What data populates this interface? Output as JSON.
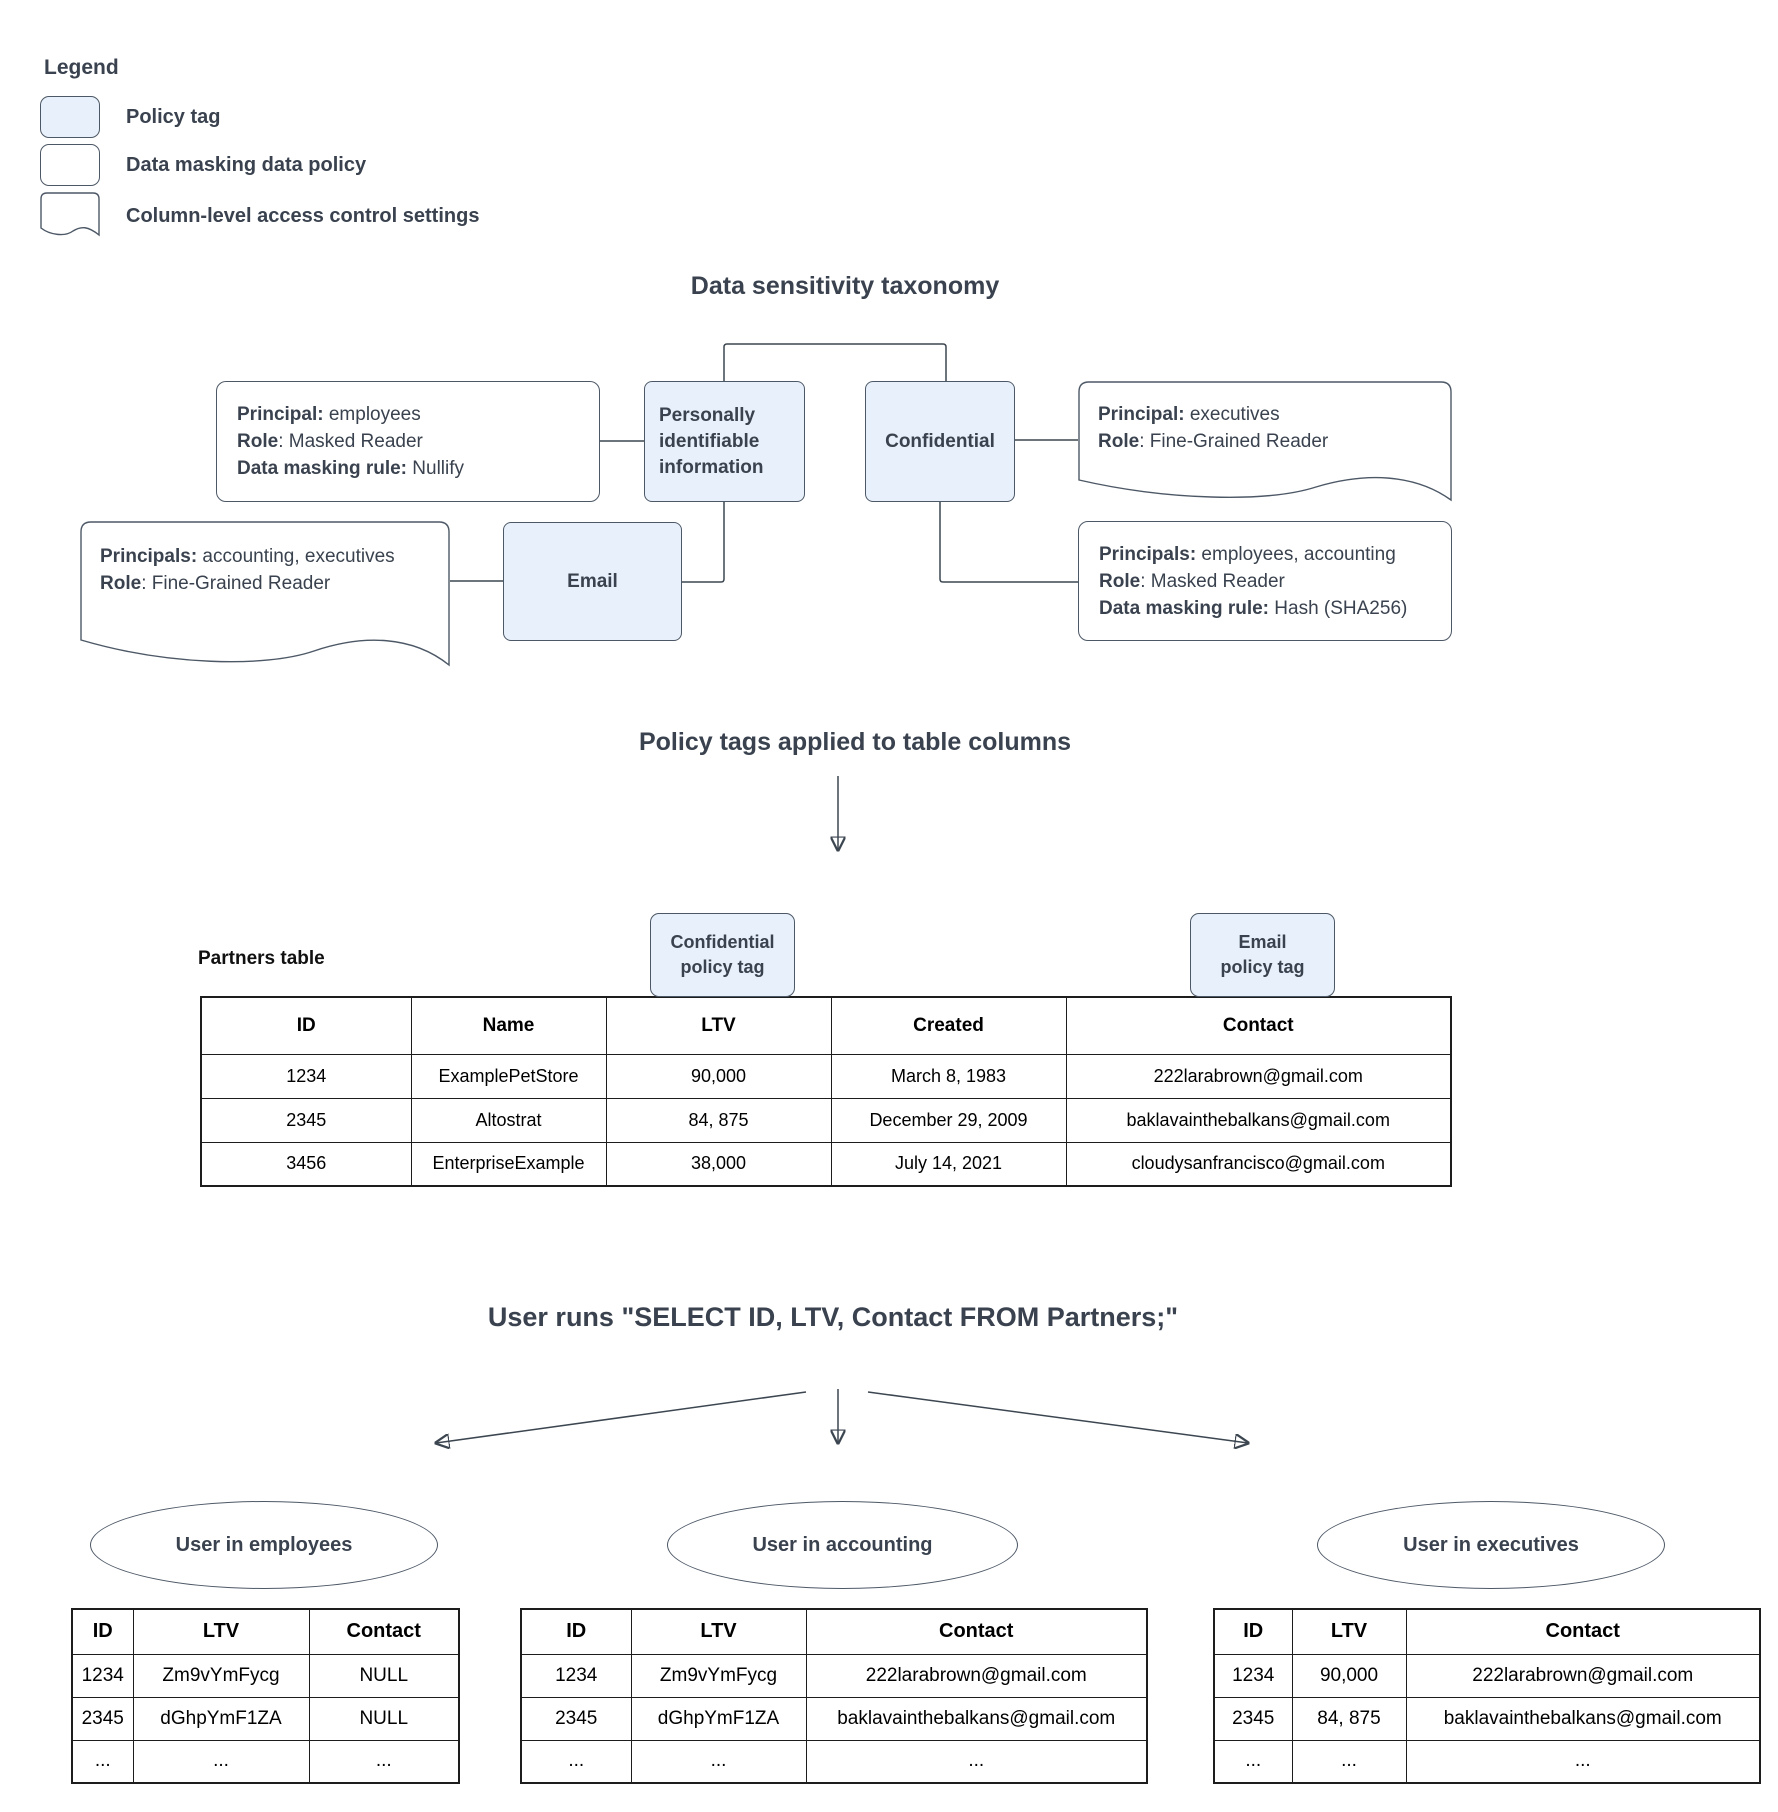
{
  "colors": {
    "policy_tag_fill": "#e8f1fb",
    "shape_outline": "#4d5866",
    "heading_text": "#39424e",
    "table_line": "#1d1d1d",
    "connector": "#3c4650"
  },
  "legend": {
    "title": "Legend",
    "items": [
      {
        "label": "Policy tag",
        "swatch": "policy-tag"
      },
      {
        "label": "Data masking data policy",
        "swatch": "data-masking-policy"
      },
      {
        "label": "Column-level access control settings",
        "swatch": "access-control"
      }
    ]
  },
  "taxonomy": {
    "title": "Data sensitivity taxonomy",
    "pii_label": "Personally identifiable information",
    "confidential_label": "Confidential",
    "email_label": "Email",
    "masking_policy_pii": {
      "lines": [
        {
          "label": "Principal:",
          "rest": " employees"
        },
        {
          "label": "Role",
          "rest": ": Masked Reader"
        },
        {
          "label": "Data masking rule:",
          "rest": " Nullify"
        }
      ]
    },
    "access_policy_confidential": {
      "lines": [
        {
          "label": "Principal:",
          "rest": " executives"
        },
        {
          "label": "Role",
          "rest": ": Fine-Grained Reader"
        }
      ]
    },
    "access_policy_email": {
      "lines": [
        {
          "label": "Principals:",
          "rest": " accounting, executives"
        },
        {
          "label": "Role",
          "rest": ": Fine-Grained Reader"
        }
      ]
    },
    "masking_policy_confidential": {
      "lines": [
        {
          "label": "Principals:",
          "rest": " employees, accounting"
        },
        {
          "label": "Role",
          "rest": ": Masked Reader"
        },
        {
          "label": "Data masking rule:",
          "rest": " Hash (SHA256)"
        }
      ]
    }
  },
  "policy_section": {
    "heading": "Policy tags applied to table columns",
    "table_label": "Partners table",
    "confidential_tag": {
      "line1": "Confidential",
      "line2": "policy tag"
    },
    "email_tag": {
      "line1": "Email",
      "line2": "policy tag"
    }
  },
  "partners_table": {
    "headers": [
      "ID",
      "Name",
      "LTV",
      "Created",
      "Contact"
    ],
    "rows": [
      [
        "1234",
        "ExamplePetStore",
        "90,000",
        "March 8, 1983",
        "222larabrown@gmail.com"
      ],
      [
        "2345",
        "Altostrat",
        "84, 875",
        "December 29, 2009",
        "baklavainthebalkans@gmail.com"
      ],
      [
        "3456",
        "EnterpriseExample",
        "38,000",
        "July 14, 2021",
        "cloudysanfrancisco@gmail.com"
      ]
    ]
  },
  "query_section": {
    "heading": "User runs \"SELECT ID, LTV, Contact FROM Partners;\""
  },
  "results": [
    {
      "user": "User in employees",
      "table": {
        "headers": [
          "ID",
          "LTV",
          "Contact"
        ],
        "rows": [
          [
            "1234",
            "Zm9vYmFycg",
            "NULL"
          ],
          [
            "2345",
            "dGhpYmF1ZA",
            "NULL"
          ],
          [
            "...",
            "...",
            "..."
          ]
        ]
      }
    },
    {
      "user": "User in accounting",
      "table": {
        "headers": [
          "ID",
          "LTV",
          "Contact"
        ],
        "rows": [
          [
            "1234",
            "Zm9vYmFycg",
            "222larabrown@gmail.com"
          ],
          [
            "2345",
            "dGhpYmF1ZA",
            "baklavainthebalkans@gmail.com"
          ],
          [
            "...",
            "...",
            "..."
          ]
        ]
      }
    },
    {
      "user": "User in executives",
      "table": {
        "headers": [
          "ID",
          "LTV",
          "Contact"
        ],
        "rows": [
          [
            "1234",
            "90,000",
            "222larabrown@gmail.com"
          ],
          [
            "2345",
            "84, 875",
            "baklavainthebalkans@gmail.com"
          ],
          [
            "...",
            "...",
            "..."
          ]
        ]
      }
    }
  ]
}
